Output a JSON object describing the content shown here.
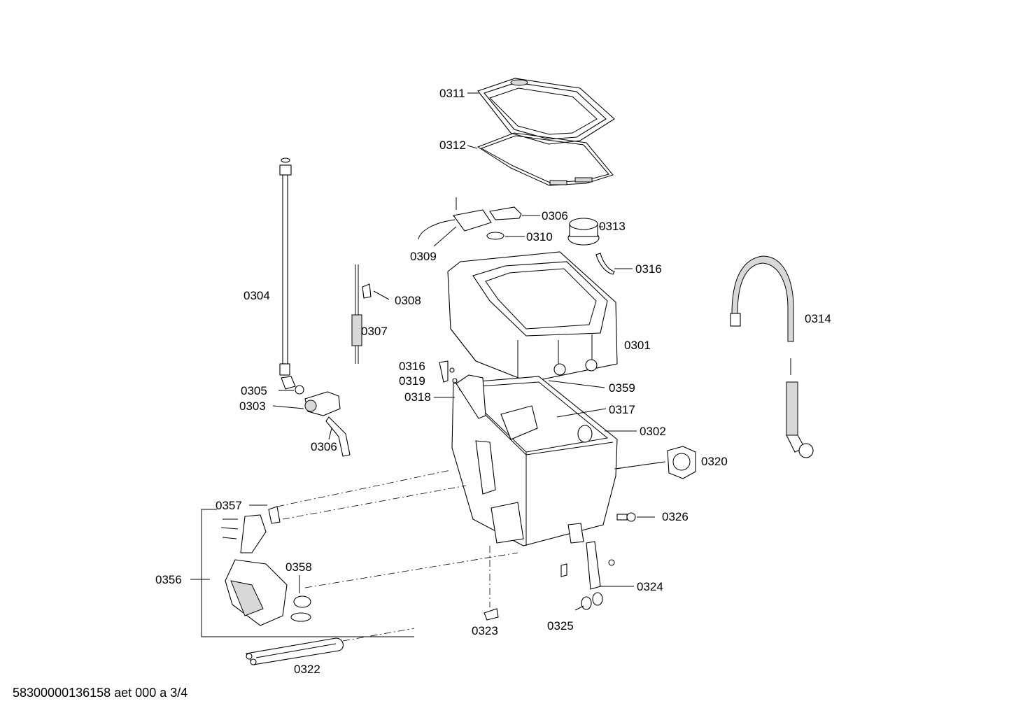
{
  "labels": {
    "p0311": "0311",
    "p0312": "0312",
    "p0306a": "0306",
    "p0310": "0310",
    "p0313": "0313",
    "p0309": "0309",
    "p0316a": "0316",
    "p0304": "0304",
    "p0308": "0308",
    "p0307": "0307",
    "p0314": "0314",
    "p0301": "0301",
    "p0316b": "0316",
    "p0319": "0319",
    "p0318": "0318",
    "p0359": "0359",
    "p0317": "0317",
    "p0305": "0305",
    "p0303": "0303",
    "p0302": "0302",
    "p0306b": "0306",
    "p0320": "0320",
    "p0357": "0357",
    "p0326": "0326",
    "p0358": "0358",
    "p0356": "0356",
    "p0324": "0324",
    "p0325": "0325",
    "p0323": "0323",
    "p0322": "0322"
  },
  "footer": "58300000136158 aet 000 a 3/4"
}
